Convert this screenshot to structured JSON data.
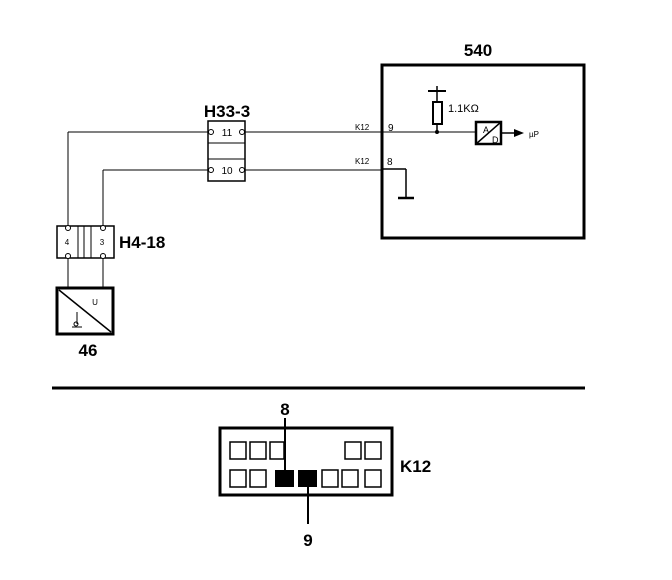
{
  "diagram": {
    "ecu": {
      "label": "540",
      "resistor_label": "1.1KΩ",
      "adc_top": "A",
      "adc_bottom": "D",
      "output_label": "µP"
    },
    "connector_h33": {
      "label": "H33-3",
      "pin_top": "11",
      "pin_bottom": "10"
    },
    "connector_h4": {
      "label": "H4-18",
      "pin_left": "4",
      "pin_right": "3"
    },
    "sensor": {
      "label": "46",
      "symbol_text": "U"
    },
    "ecu_pins": [
      {
        "connector": "K12",
        "pin": "9"
      },
      {
        "connector": "K12",
        "pin": "8"
      }
    ],
    "connector_k12": {
      "label": "K12",
      "callout_top": "8",
      "callout_bottom": "9"
    }
  }
}
